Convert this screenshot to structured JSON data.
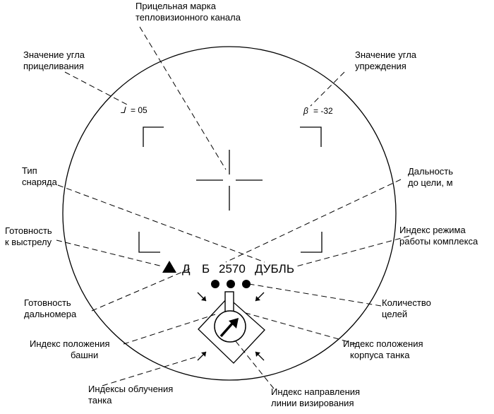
{
  "labels": {
    "thermal_mark": [
      "Прицельная марка",
      "тепловизионного канала"
    ],
    "aim_angle": [
      "Значение угла",
      "прицеливания"
    ],
    "lead_angle": [
      "Значение угла",
      "упреждения"
    ],
    "ammo_type": [
      "Тип",
      "снаряда"
    ],
    "range": [
      "Дальность",
      "до цели, м"
    ],
    "ready_fire": [
      "Готовность",
      "к выстрелу"
    ],
    "mode_index": [
      "Индекс режима",
      "работы комплекса"
    ],
    "ready_rangefinder": [
      "Готовность",
      "дальномера"
    ],
    "target_count": [
      "Количество",
      "целей"
    ],
    "turret_index": [
      "Индекс положения",
      "башни"
    ],
    "hull_index": [
      "Индекс  положения",
      "корпуса танка"
    ],
    "irradiation_index": [
      "Индексы облучения",
      "танка"
    ],
    "sight_line_index": [
      "Индекс направления",
      "линии визирования"
    ]
  },
  "hud": {
    "alpha_symbol": "⅃",
    "alpha_value": "= 05",
    "beta_symbol": "β",
    "beta_value": "= -32",
    "letter_d": "Д",
    "letter_b": "Б",
    "range_value": "2570",
    "ammo_name": "ДУБЛЬ"
  }
}
